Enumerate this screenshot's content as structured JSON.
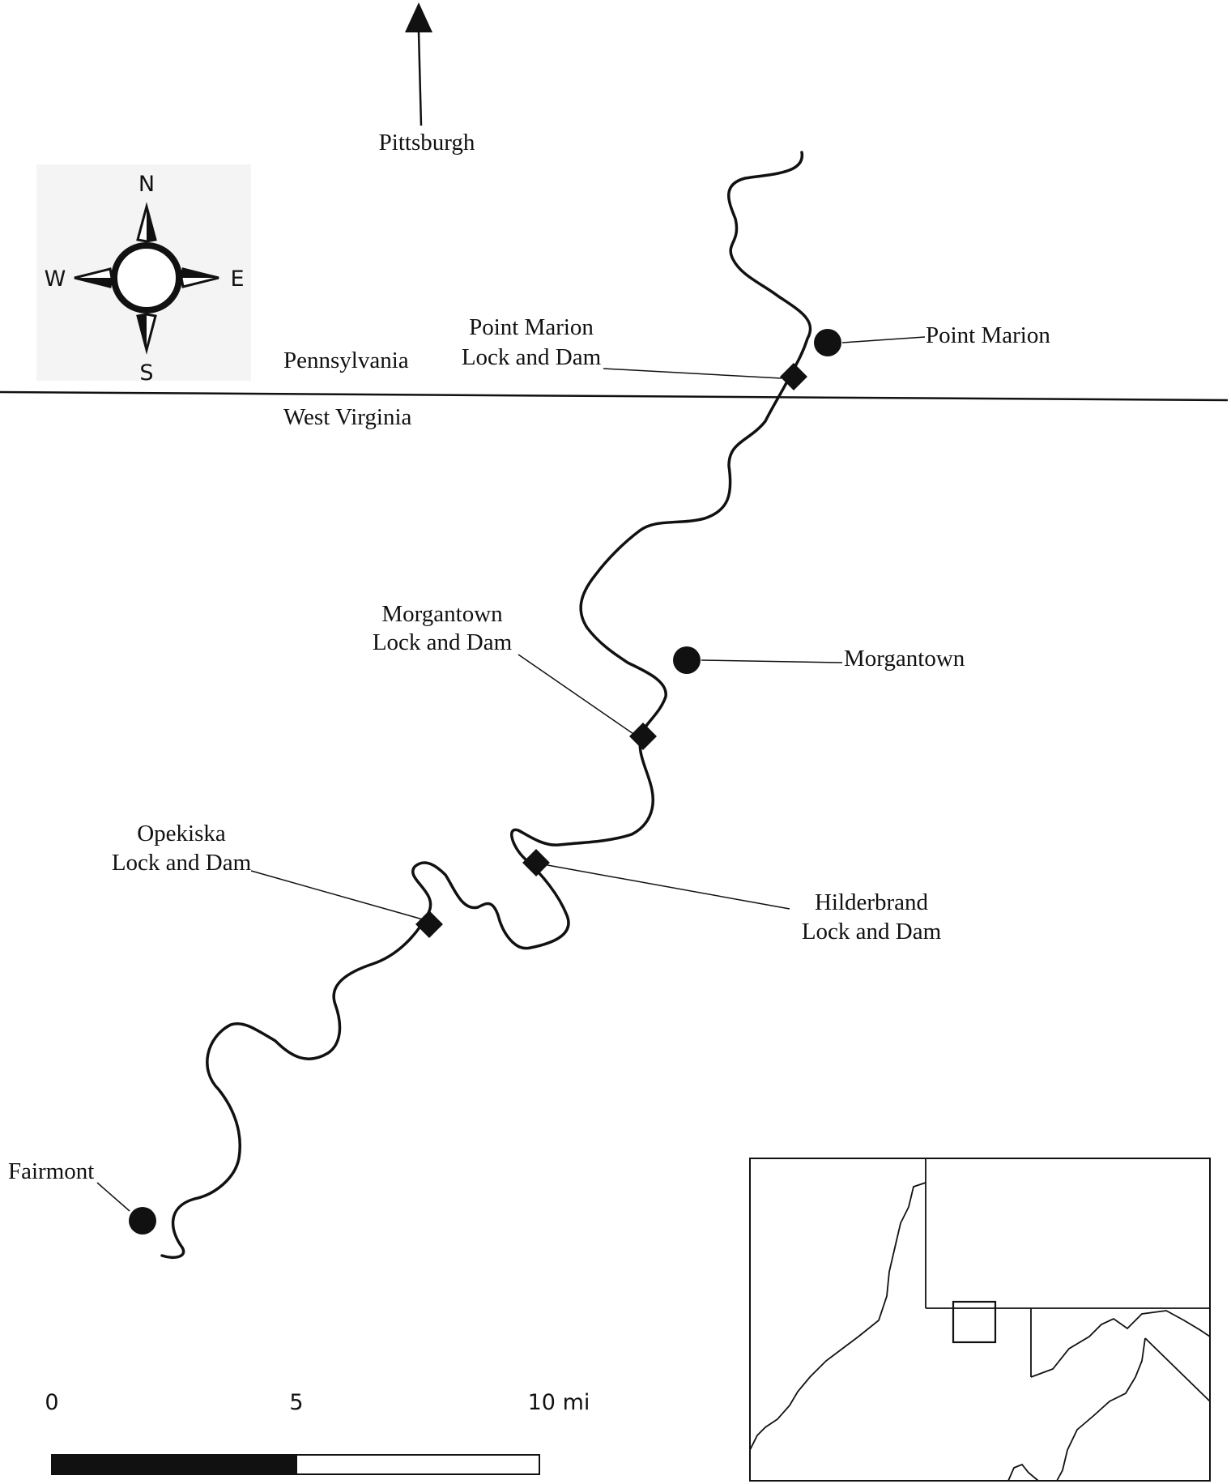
{
  "north_arrow": {
    "destination": "Pittsburgh"
  },
  "compass": {
    "n": "N",
    "s": "S",
    "e": "E",
    "w": "W"
  },
  "states": {
    "north": "Pennsylvania",
    "south": "West Virginia"
  },
  "towns": {
    "point_marion": "Point Marion",
    "morgantown": "Morgantown",
    "fairmont": "Fairmont"
  },
  "locks": {
    "point_marion": {
      "line1": "Point Marion",
      "line2": "Lock and Dam"
    },
    "morgantown": {
      "line1": "Morgantown",
      "line2": "Lock and Dam"
    },
    "hilderbrand": {
      "line1": "Hilderbrand",
      "line2": "Lock and Dam"
    },
    "opekiska": {
      "line1": "Opekiska",
      "line2": "Lock and Dam"
    }
  },
  "scale_bar": {
    "tick0": "0",
    "tick5": "5",
    "tick10": "10 mi"
  },
  "colors": {
    "ink": "#111111",
    "background": "#ffffff",
    "compass_box": "#f4f4f4"
  }
}
